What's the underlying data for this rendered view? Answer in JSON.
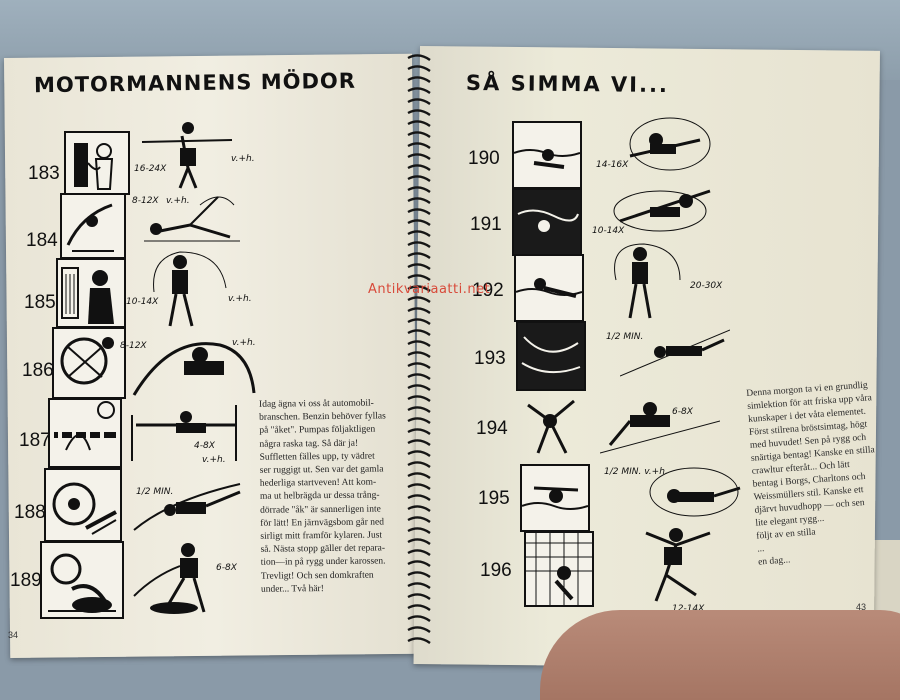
{
  "left_page": {
    "title": "MOTORMANNENS MÖDOR",
    "exercises": [
      {
        "number": "183",
        "reps": "16-24X",
        "note": "v.+h."
      },
      {
        "number": "184",
        "reps": "8-12X",
        "note": "v.+h."
      },
      {
        "number": "185",
        "reps": "10-14X",
        "note": "v.+h."
      },
      {
        "number": "186",
        "reps": "8-12X",
        "note": "v.+h."
      },
      {
        "number": "187",
        "reps": "4-8X",
        "note": "v.+h."
      },
      {
        "number": "188",
        "reps": "1/2 MIN.",
        "note": ""
      },
      {
        "number": "189",
        "reps": "6-8X",
        "note": ""
      }
    ],
    "body_lines": [
      "Idag ägna vi oss åt automobil-",
      "branschen. Benzin behöver fyllas",
      "på \"åket\". Pumpas följaktligen",
      "några raska tag. Så där ja!",
      "Suffletten fälles upp, ty vädret",
      "ser ruggigt ut. Sen var det gamla",
      "hederliga startveven! Att kom-",
      "ma ut helbrägda ur dessa trång-",
      "dörrade \"åk\" är sannerligen inte",
      "för lätt! En järnvägsbom går ned",
      "sirligt mitt framför kylaren. Just",
      "så. Nästa stopp gäller det repara-",
      "tion—in på rygg under karossen.",
      "Trevligt! Och sen domkraften",
      "under... Två här!"
    ],
    "page_number": "34"
  },
  "right_page": {
    "title": "SÅ SIMMA VI...",
    "exercises": [
      {
        "number": "190",
        "reps": "14-16X",
        "note": ""
      },
      {
        "number": "191",
        "reps": "10-14X",
        "note": ""
      },
      {
        "number": "192",
        "reps": "20-30X",
        "note": ""
      },
      {
        "number": "193",
        "reps": "1/2 MIN.",
        "note": ""
      },
      {
        "number": "194",
        "reps": "6-8X",
        "note": ""
      },
      {
        "number": "195",
        "reps": "1/2 MIN. v.+h.",
        "note": ""
      },
      {
        "number": "196",
        "reps": "12-14X",
        "note": ""
      }
    ],
    "side_lines": [
      "Denna morgon ta vi en grundlig",
      "simlektion för att friska upp våra",
      "kunskaper i det våta elementet.",
      "Först stilrena bröstsimtag, högt",
      "med huvudet! Sen på rygg och",
      "snärtiga bentag! Kanske en stilla",
      "crawltur efteråt... Och lätt",
      "bentag i Borgs, Charltons och",
      "Weissmüllers stil. Kanske ett",
      "djärvt huvudhopp — och sen",
      "lite elegant rygg...",
      "följt av en stilla",
      "...",
      "en dag..."
    ],
    "page_number": "43"
  },
  "watermark": "Antikvariaatti.net",
  "colors": {
    "ink": "#111111",
    "paper": "#ece9dc",
    "watermark": "#d84a3a"
  }
}
